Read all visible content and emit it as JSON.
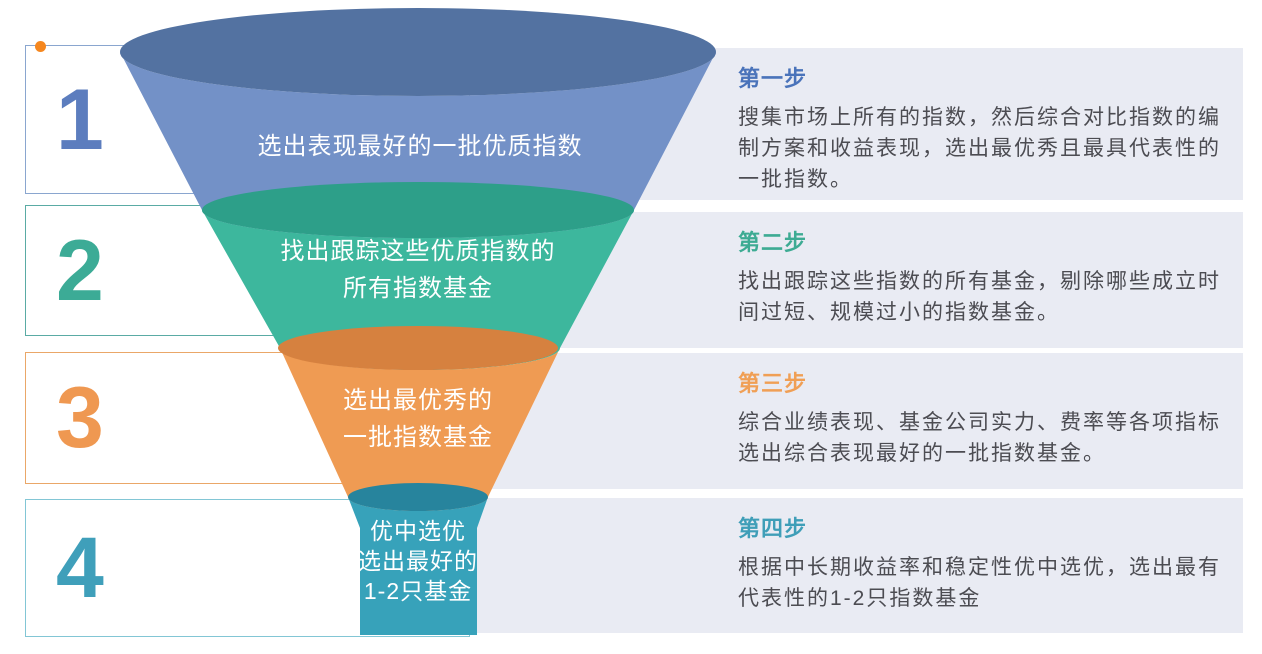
{
  "colors": {
    "background": "#ffffff",
    "panel_background": "#e9ebf3",
    "body_text": "#4c4c52",
    "funnel_text": "#ffffff",
    "corner_dot": "#f5871f"
  },
  "steps": [
    {
      "number": "1",
      "number_color": "#5c7dbe",
      "box_border_color": "#8aa6cf",
      "funnel_label": "选出表现最好的一批优质指数",
      "funnel_body_color": "#7391c7",
      "funnel_top_color": "#5372a1",
      "panel_title": "第一步",
      "title_color": "#4a73ba",
      "panel_body": "搜集市场上所有的指数，然后综合对比指数的编\n制方案和收益表现，选出最优秀且最具代表性的\n一批指数。"
    },
    {
      "number": "2",
      "number_color": "#3cab96",
      "box_border_color": "#5aaba4",
      "funnel_label": "找出跟踪这些优质指数的\n所有指数基金",
      "funnel_body_color": "#3db79d",
      "funnel_top_color": "#2d9f89",
      "panel_title": "第二步",
      "title_color": "#3dab93",
      "panel_body": "找出跟踪这些指数的所有基金，剔除哪些成立时\n间过短、规模过小的指数基金。"
    },
    {
      "number": "3",
      "number_color": "#ef9851",
      "box_border_color": "#eaa768",
      "funnel_label": "选出最优秀的\n一批指数基金",
      "funnel_body_color": "#ef9b53",
      "funnel_top_color": "#d6813f",
      "panel_title": "第三步",
      "title_color": "#f09f55",
      "panel_body": "综合业绩表现、基金公司实力、费率等各项指标\n选出综合表现最好的一批指数基金。"
    },
    {
      "number": "4",
      "number_color": "#3f9fba",
      "box_border_color": "#82c6d5",
      "funnel_label": "优中选优\n选出最好的\n1-2只基金",
      "funnel_body_color": "#37a2ba",
      "funnel_top_color": "#27849d",
      "panel_title": "第四步",
      "title_color": "#3f9eb8",
      "panel_body": "根据中长期收益率和稳定性优中选优，选出最有\n代表性的1-2只指数基金"
    }
  ]
}
